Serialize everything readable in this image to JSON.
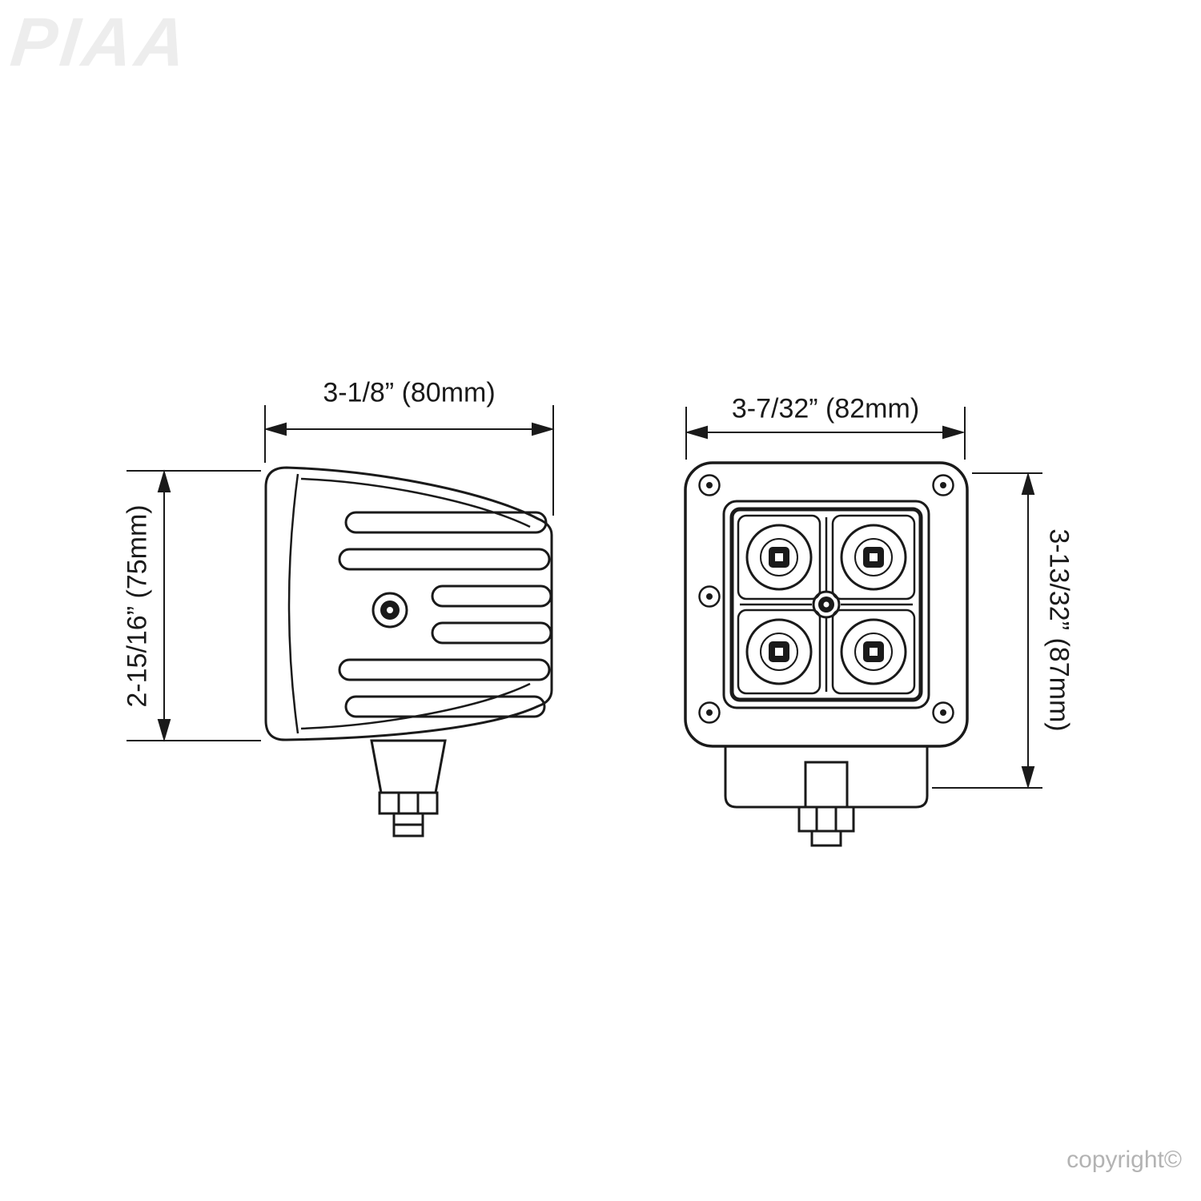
{
  "watermark": {
    "logo": "PIAA"
  },
  "footer": {
    "copyright": "copyright©"
  },
  "diagram": {
    "side_view": {
      "width_label": "3-1/8” (80mm)",
      "height_label": "2-15/16” (75mm)"
    },
    "front_view": {
      "width_label": "3-7/32” (82mm)",
      "height_label": "3-13/32” (87mm)"
    },
    "colors": {
      "line": "#1a1a1a",
      "dimension": "#1a1a1a",
      "watermark": "#ededed",
      "copyright": "#b3b3b3"
    }
  }
}
